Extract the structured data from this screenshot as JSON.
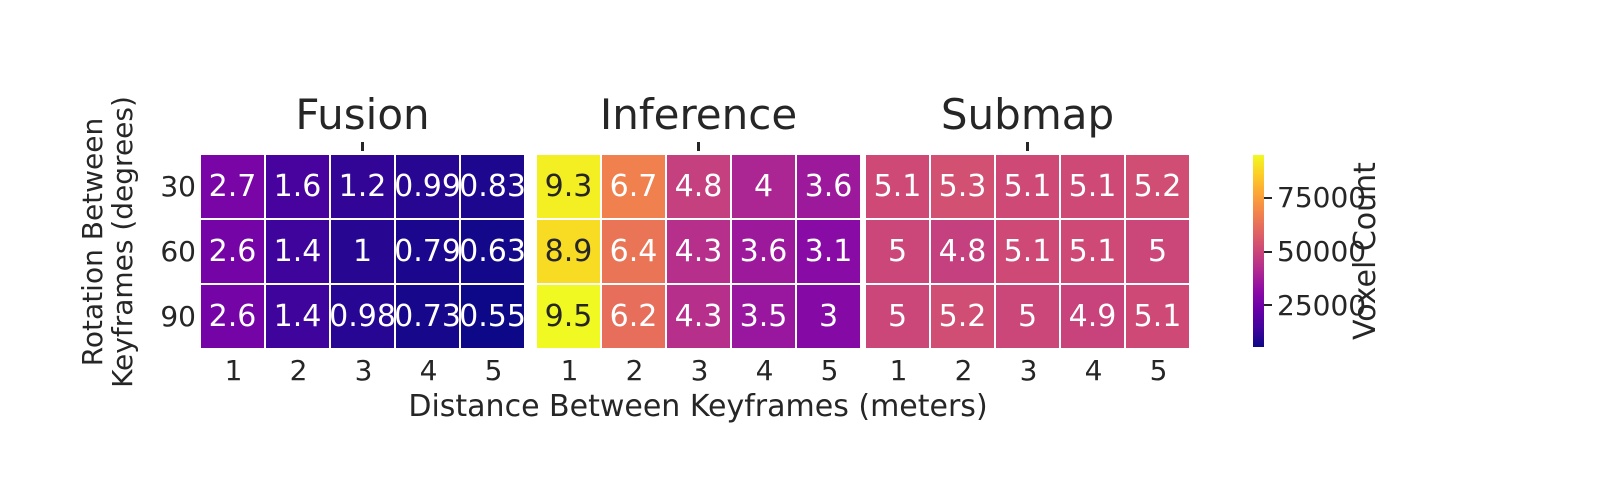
{
  "figure": {
    "background": "#ffffff",
    "text_color": "#262626"
  },
  "chart_data": {
    "type": "heatmap",
    "panels": [
      {
        "title": "Fusion",
        "values": [
          [
            2.7,
            1.6,
            1.2,
            0.99,
            0.83
          ],
          [
            2.6,
            1.4,
            1,
            0.79,
            0.63
          ],
          [
            2.6,
            1.4,
            0.98,
            0.73,
            0.55
          ]
        ]
      },
      {
        "title": "Inference",
        "values": [
          [
            9.3,
            6.7,
            4.8,
            4,
            3.6
          ],
          [
            8.9,
            6.4,
            4.3,
            3.6,
            3.1
          ],
          [
            9.5,
            6.2,
            4.3,
            3.5,
            3
          ]
        ]
      },
      {
        "title": "Submap",
        "values": [
          [
            5.1,
            5.3,
            5.1,
            5.1,
            5.2
          ],
          [
            5,
            4.8,
            5.1,
            5.1,
            5
          ],
          [
            5,
            5.2,
            5,
            4.9,
            5.1
          ]
        ]
      }
    ],
    "x_categories": [
      "1",
      "2",
      "3",
      "4",
      "5"
    ],
    "y_categories": [
      "30",
      "60",
      "90"
    ],
    "xlabel": "Distance Between Keyframes (meters)",
    "ylabel": "Rotation Between Keyframes (degrees)",
    "ylabel_lines": [
      "Rotation Between",
      "Keyframes (degrees)"
    ],
    "annotation_value_scale": 10000,
    "colorbar": {
      "label": "Voxel Count",
      "tick_values": [
        25000,
        50000,
        75000
      ],
      "tick_labels": [
        "25000",
        "50000",
        "75000"
      ],
      "vmin": 5500,
      "vmax": 95000
    },
    "colormap": {
      "name": "plasma",
      "anchors": [
        [
          0.0,
          "#0d0887"
        ],
        [
          0.1,
          "#41049d"
        ],
        [
          0.2,
          "#6a00a8"
        ],
        [
          0.3,
          "#8f0da4"
        ],
        [
          0.4,
          "#b12a90"
        ],
        [
          0.5,
          "#cc4778"
        ],
        [
          0.6,
          "#e16462"
        ],
        [
          0.7,
          "#f2844b"
        ],
        [
          0.8,
          "#fca636"
        ],
        [
          0.9,
          "#fcce25"
        ],
        [
          1.0,
          "#f0f921"
        ]
      ]
    },
    "annotation_text_colors": {
      "light": "#ffffff",
      "dark": "#262626",
      "luminance_threshold": 0.408
    }
  }
}
